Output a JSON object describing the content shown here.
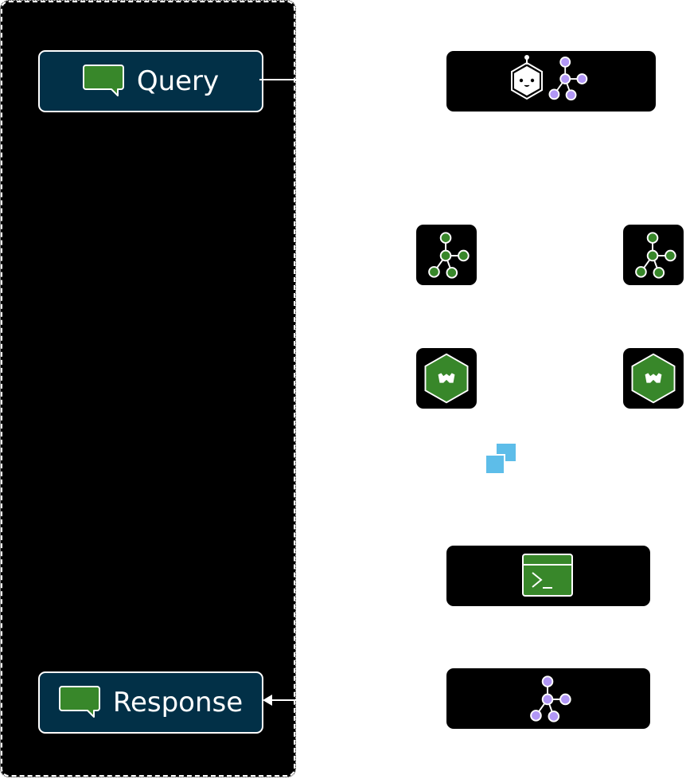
{
  "diagram": {
    "colors": {
      "panel_bg": "#000000",
      "node_bg": "#023047",
      "node_border": "#ffffff",
      "accent_green": "#38872a",
      "graph_purple": "#b197f5",
      "copy_blue": "#5dbde9"
    },
    "left_panel": {
      "query_node": {
        "label": "Query",
        "icon": "chat-bubble-icon"
      },
      "response_node": {
        "label": "Response",
        "icon": "chat-bubble-icon"
      }
    },
    "right_column": {
      "agent_tile": {
        "icons": [
          "robot-agent-icon",
          "graph-nodes-icon"
        ]
      },
      "graph_tiles": [
        {
          "icon": "graph-nodes-icon"
        },
        {
          "icon": "graph-nodes-icon"
        }
      ],
      "database_tiles": [
        {
          "icon": "weaviate-hexagon-icon"
        },
        {
          "icon": "weaviate-hexagon-icon"
        }
      ],
      "copy_icon": "copy-squares-icon",
      "terminal_tile": {
        "icon": "terminal-icon"
      },
      "output_graph_tile": {
        "icon": "graph-nodes-icon"
      }
    },
    "connectors": [
      {
        "from": "query_node",
        "to": "panel_edge",
        "arrow": false
      },
      {
        "from": "panel_edge",
        "to": "response_node",
        "arrow": true
      }
    ]
  }
}
